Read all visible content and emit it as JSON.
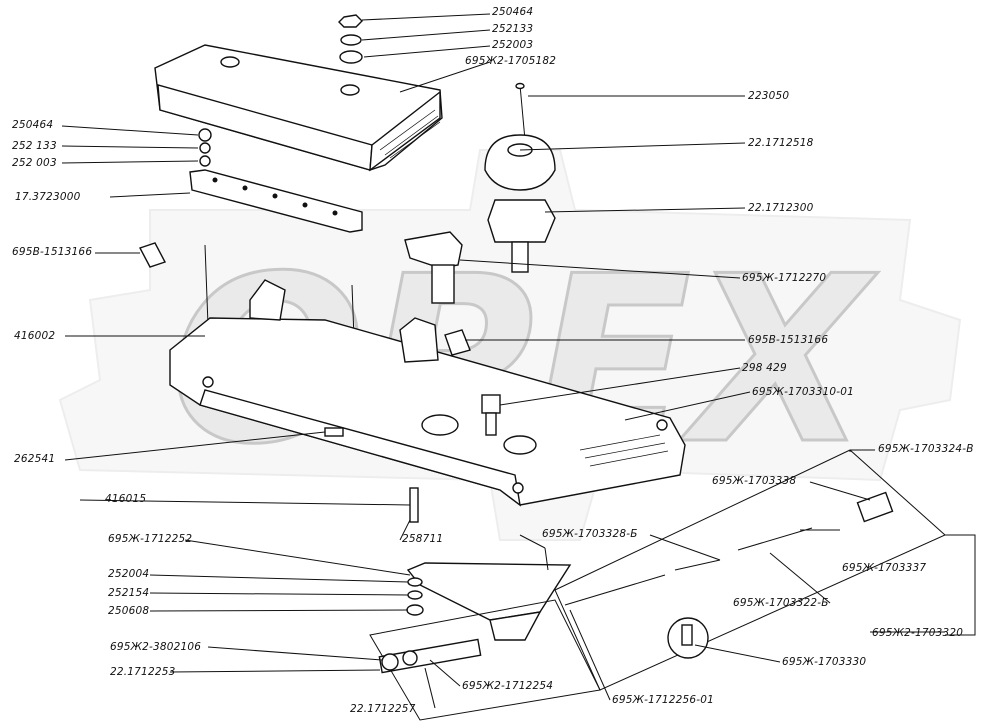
{
  "watermark": {
    "text": "OPEX"
  },
  "labels": {
    "l250464_top": "250464",
    "l252133_top": "252133",
    "l252003_top": "252003",
    "l1705182": "695Ж2-1705182",
    "l223050": "223050",
    "l1712518": "22.1712518",
    "l1712300": "22.1712300",
    "l1712270": "695Ж-1712270",
    "l1513166_r": "695В-1513166",
    "l298429": "298 429",
    "l1703310": "695Ж-1703310-01",
    "l1703324": "695Ж-1703324-В",
    "l1703338": "695Ж-1703338",
    "l1703337": "695Ж-1703337",
    "l1703322": "695Ж-1703322-Б",
    "l1703320": "695Ж2-1703320",
    "l1703330": "695Ж-1703330",
    "l1712256": "695Ж-1712256-01",
    "l1703328": "695Ж-1703328-Б",
    "l250464_l": "250464",
    "l252133_l": "252 133",
    "l252003_l": "252 003",
    "l3723000": "17.3723000",
    "l1513166_l": "695В-1513166",
    "l416002": "416002",
    "l262541": "262541",
    "l416015": "416015",
    "l258711": "258711",
    "l1712252": "695Ж-1712252",
    "l252004": "252004",
    "l252154": "252154",
    "l250608": "250608",
    "l3802106": "695Ж2-3802106",
    "l1712253": "22.1712253",
    "l1712254": "695Ж2-1712254",
    "l1712257": "22.1712257"
  }
}
